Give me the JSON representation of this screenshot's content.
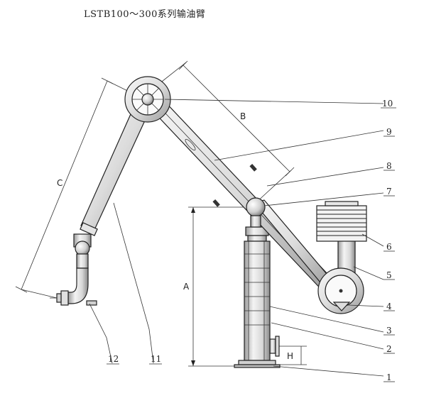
{
  "title": "LSTB100～300系列输油臂",
  "dimensions": {
    "A": "A",
    "B": "B",
    "C": "C",
    "H": "H"
  },
  "callouts": [
    "1",
    "2",
    "3",
    "4",
    "5",
    "6",
    "7",
    "8",
    "9",
    "10",
    "11",
    "12"
  ],
  "colors": {
    "line": "#222222",
    "metal_light": "#f2f2f2",
    "metal_dark": "#8a8a8a"
  }
}
